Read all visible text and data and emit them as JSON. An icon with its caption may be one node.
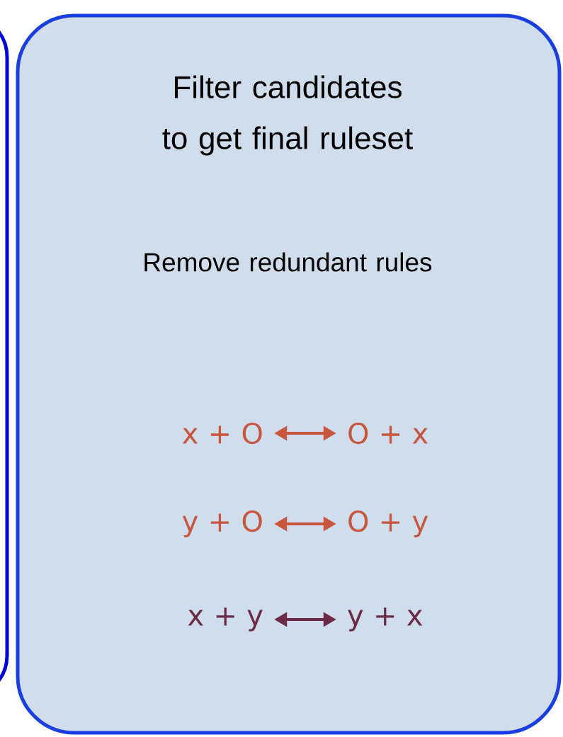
{
  "diagram": {
    "nodes": [
      {
        "text": [],
        "shape": "box"
      },
      {
        "text": [
          "Filter candidates to get final ruleset",
          "Remove redundant rules"
        ]
      },
      {
        "text": [
          "x + O"
        ],
        "in": 1
      },
      {
        "text": [
          "O + x"
        ],
        "in": 1
      },
      {
        "text": [
          "y + O"
        ],
        "in": 1
      },
      {
        "text": [
          "O + y"
        ],
        "in": 1
      },
      {
        "text": [
          "x + y"
        ],
        "in": 1
      },
      {
        "text": [
          "y + x"
        ],
        "in": 1
      }
    ],
    "edges": [
      {
        "from": 2,
        "to": 3,
        "arrow": "both",
        "color": "#c8553d"
      },
      {
        "from": 4,
        "to": 5,
        "arrow": "both",
        "color": "#c8553d"
      },
      {
        "from": 6,
        "to": 7,
        "arrow": "both",
        "color": "#6b2a45"
      }
    ]
  }
}
